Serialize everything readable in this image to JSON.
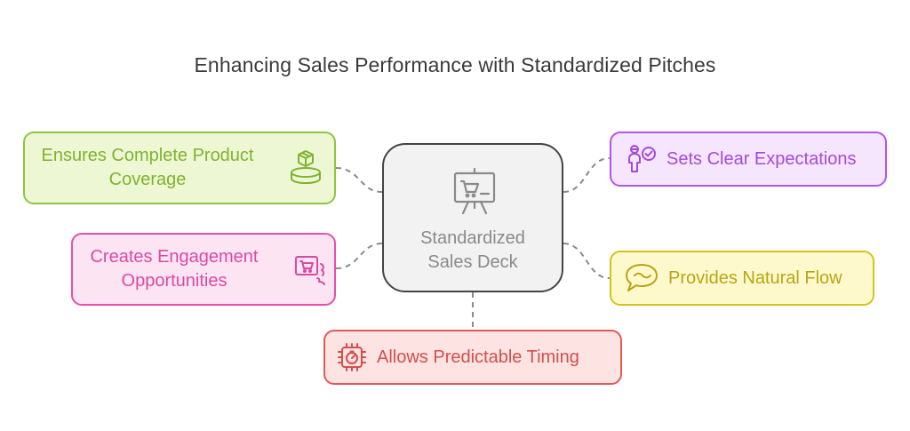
{
  "title": "Enhancing Sales Performance with Standardized Pitches",
  "center": {
    "label_line1": "Standardized",
    "label_line2": "Sales Deck",
    "icon": "presentation-board-icon"
  },
  "nodes": {
    "coverage": {
      "line1": "Ensures Complete Product",
      "line2": "Coverage",
      "icon": "product-box-icon",
      "color": "#8dc63f"
    },
    "engagement": {
      "line1": "Creates Engagement",
      "line2": "Opportunities",
      "icon": "interactive-cart-icon",
      "color": "#e64fad"
    },
    "expectations": {
      "label": "Sets Clear Expectations",
      "icon": "person-check-icon",
      "color": "#b454e8"
    },
    "flow": {
      "label": "Provides Natural Flow",
      "icon": "chat-bubble-icon",
      "color": "#d6c21a"
    },
    "timing": {
      "label": "Allows Predictable Timing",
      "icon": "timer-chip-icon",
      "color": "#e05a57"
    }
  },
  "colors": {
    "center_border": "#444444",
    "connector": "#8a8a8a"
  }
}
